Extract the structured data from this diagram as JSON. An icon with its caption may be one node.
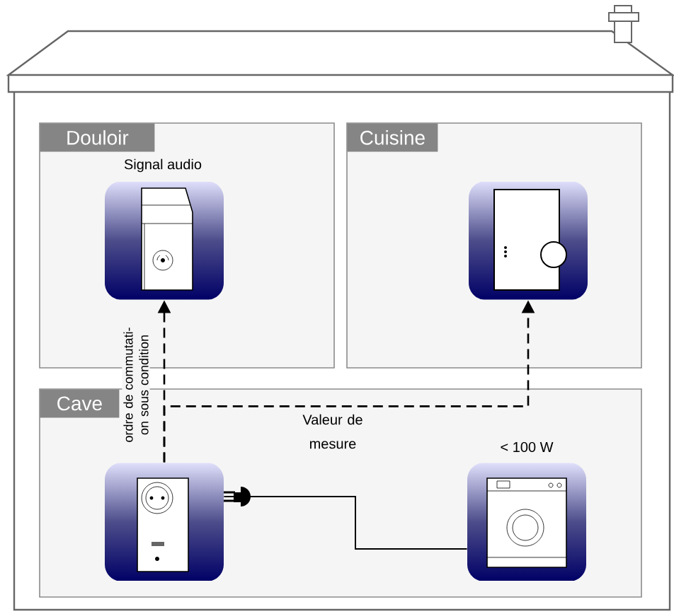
{
  "diagram": {
    "nodes": [
      {
        "text": [
          "Douloir"
        ]
      },
      {
        "text": [
          "Cuisine"
        ]
      },
      {
        "text": [
          "Cave"
        ]
      },
      {
        "text": [],
        "shape": "box",
        "in": 0,
        "beside": [
          "Signal audio"
        ]
      },
      {
        "text": [],
        "shape": "box",
        "in": 1
      },
      {
        "text": [],
        "shape": "box",
        "in": 2
      },
      {
        "text": [],
        "shape": "box",
        "in": 2,
        "beside": [
          "< 100 W"
        ]
      }
    ],
    "edges": [
      {
        "from": 5,
        "to": 3,
        "arrow": "to",
        "style": "dashed",
        "label": "ordre de commutati- on sous condition"
      },
      {
        "from": 5,
        "to": 4,
        "arrow": "to",
        "style": "dashed",
        "label": "Valeur de mesure"
      },
      {
        "from": 6,
        "to": 5,
        "arrow": "none"
      }
    ]
  }
}
